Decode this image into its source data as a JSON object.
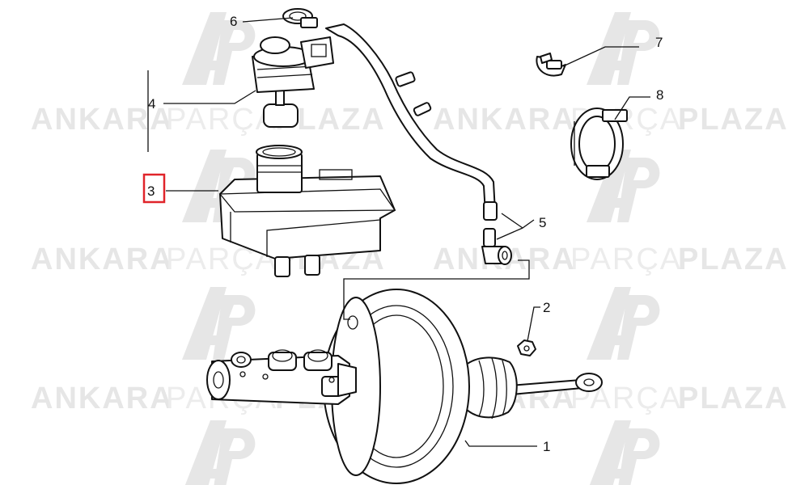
{
  "watermark": {
    "word_1": "ANKARA",
    "word_2": "PARÇA",
    "word_3": "PLAZA",
    "logo_color": "#e6e6e6",
    "text_color": "#ececec"
  },
  "callouts": {
    "c1": "1",
    "c2": "2",
    "c3": "3",
    "c4": "4",
    "c5": "5",
    "c6": "6",
    "c7": "7",
    "c8": "8"
  },
  "highlight": {
    "label": "3",
    "color": "#e0242a"
  }
}
